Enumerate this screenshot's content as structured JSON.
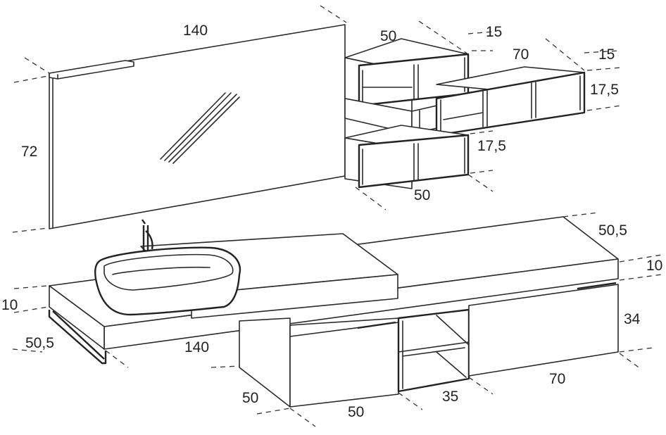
{
  "dimensions": {
    "mirror_width": "140",
    "mirror_height": "72",
    "shelf_top_width": "50",
    "shelf_top_depth": "15",
    "shelf_right_width": "70",
    "shelf_right_depth": "15",
    "shelf_right_height": "17,5",
    "shelf_bottom_height": "17,5",
    "shelf_bottom_width": "50",
    "top_depth_right": "50,5",
    "top_thickness_right": "10",
    "cabinet_height": "34",
    "top_thickness_left": "10",
    "top_depth_left": "50,5",
    "top_width_left": "140",
    "cabinet_left_depth": "50",
    "cabinet_left_width": "50",
    "open_unit_width": "35",
    "cabinet_right_width": "70"
  }
}
